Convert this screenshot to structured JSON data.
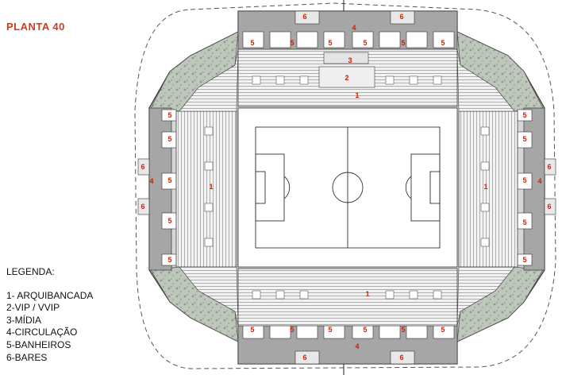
{
  "title": "PLANTA 40",
  "legend": {
    "heading": "LEGENDA:",
    "items": [
      "1- ARQUIBANCADA",
      "2-VIP / VVIP",
      "3-MÍDIA",
      "4-CIRCULAÇÃO",
      "5-BANHEIROS",
      "6-BARES"
    ]
  },
  "labels": {
    "one": "1",
    "two": "2",
    "three": "3",
    "four": "4",
    "five": "5",
    "six": "6"
  },
  "colors": {
    "title": "#d23a1e",
    "numbers": "#cc2200",
    "concourse": "#9a9a9a",
    "pitch_line": "#333333",
    "vegetation": "#b9c4b6"
  }
}
